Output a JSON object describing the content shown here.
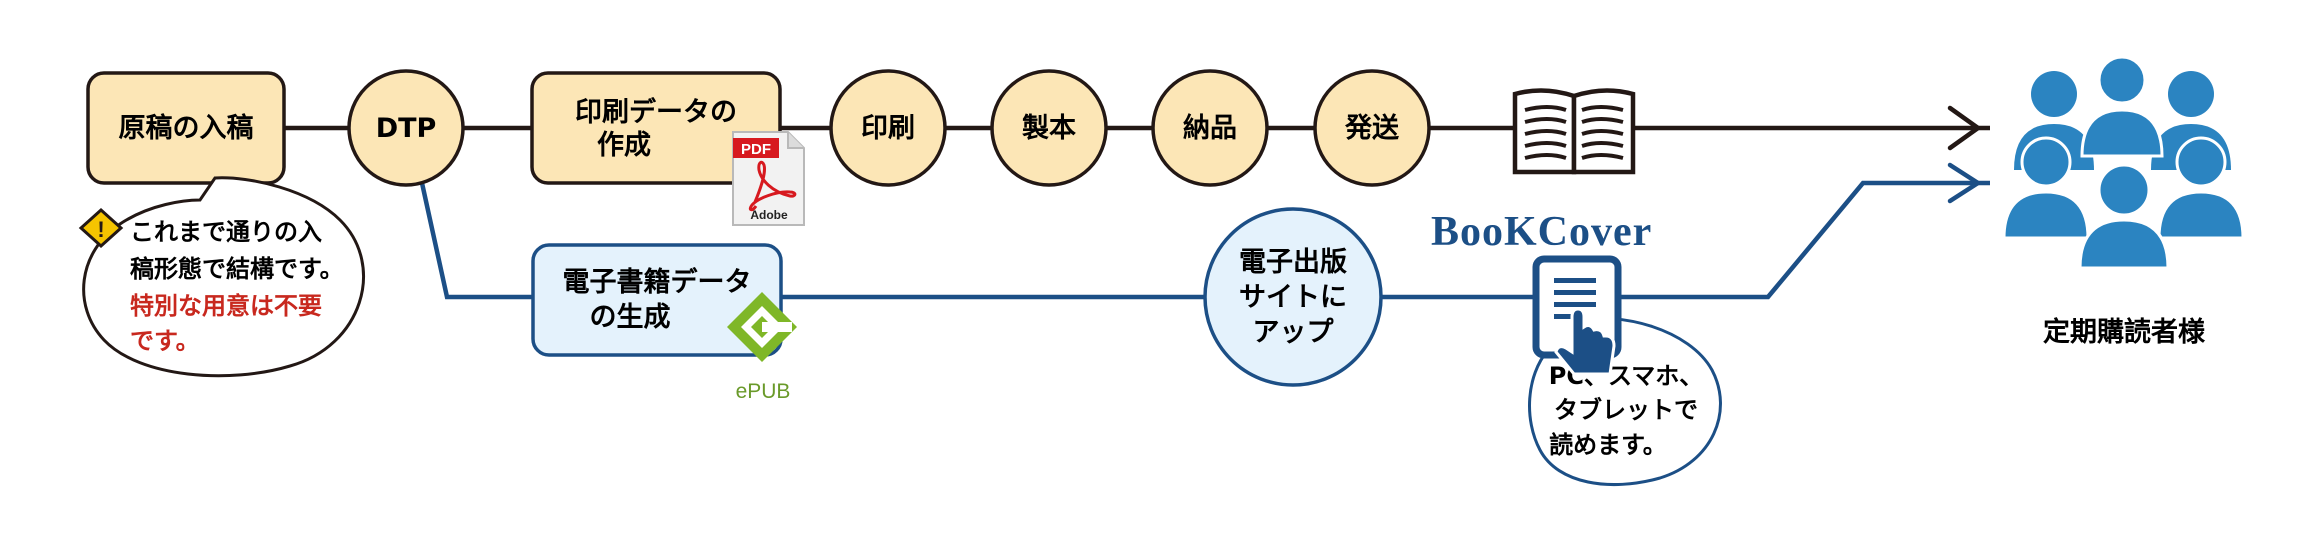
{
  "nodes": {
    "manuscript": "原稿の入稿",
    "dtp": "DTP",
    "print_data_line1": "印刷データの",
    "print_data_line2": "作成",
    "printing": "印刷",
    "binding": "製本",
    "delivery": "納品",
    "shipping": "発送",
    "ebook_line1": "電子書籍データ",
    "ebook_line2": "の生成",
    "upload_line1": "電子出版",
    "upload_line2": "サイトに",
    "upload_line3": "アップ"
  },
  "warning_bubble": {
    "line1": "これまで通りの入",
    "line2": "稿形態で結構です。",
    "line3": "特別な用意は不要",
    "line4": "です。",
    "highlight_color": "#c8281e"
  },
  "device_bubble": {
    "line1": "PC、スマホ、",
    "line2": "タブレットで",
    "line3": "読めます。"
  },
  "logos": {
    "pdf_badge": "PDF",
    "adobe": "Adobe",
    "epub": "ePUB",
    "bookcover": "BooKCover"
  },
  "subscribers": {
    "label": "定期購読者様",
    "color": "#2b84c1"
  },
  "colors": {
    "print_node": "#fce6b6",
    "ebook_node": "#e4f2fc",
    "print_line": "#231815",
    "ebook_line": "#1c4f86",
    "epub_green": "#7fb728",
    "pdf_red": "#d7191f",
    "warning_yellow": "#f5c400"
  },
  "icons": [
    "warning-icon",
    "pdf-file-icon",
    "book-icon",
    "epub-logo-icon",
    "tablet-touch-icon",
    "subscribers-group-icon"
  ]
}
